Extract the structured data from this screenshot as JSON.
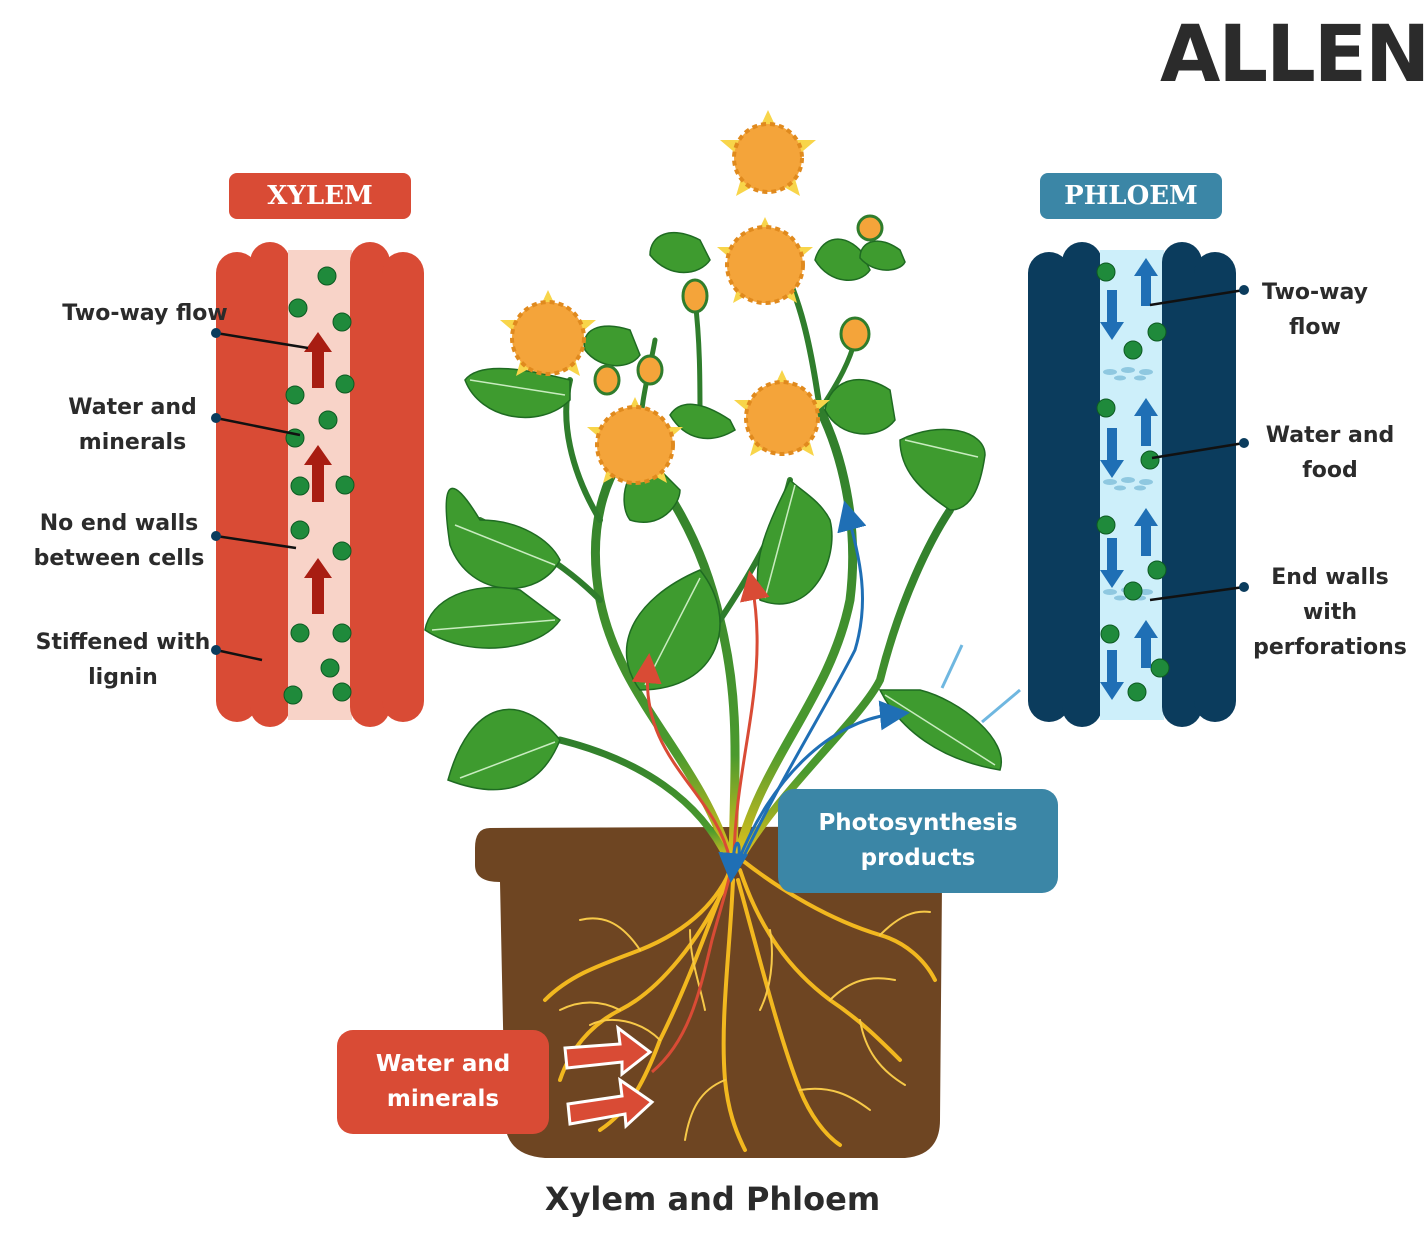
{
  "logo": "ALLEN",
  "xylem": {
    "title": "XYLEM",
    "labels": [
      "Two-way flow",
      "Water and minerals",
      "No end walls between cells",
      "Stiffened with lignin"
    ]
  },
  "phloem": {
    "title": "PHLOEM",
    "labels": [
      "Two-way flow",
      "Water and food",
      "End walls with perforations"
    ]
  },
  "boxes": {
    "photosynthesis": "Photosynthesis products",
    "water_minerals": "Water and minerals"
  },
  "caption": "Xylem and Phloem",
  "colors": {
    "xylem_red": "#d94b35",
    "phloem_navy": "#0b3c5d",
    "phloem_blue": "#3b86a6",
    "soil_brown": "#6e4522",
    "leaf_green": "#3e9b2f",
    "flower_orange": "#f4a43a",
    "root_yellow": "#f2b81f"
  }
}
